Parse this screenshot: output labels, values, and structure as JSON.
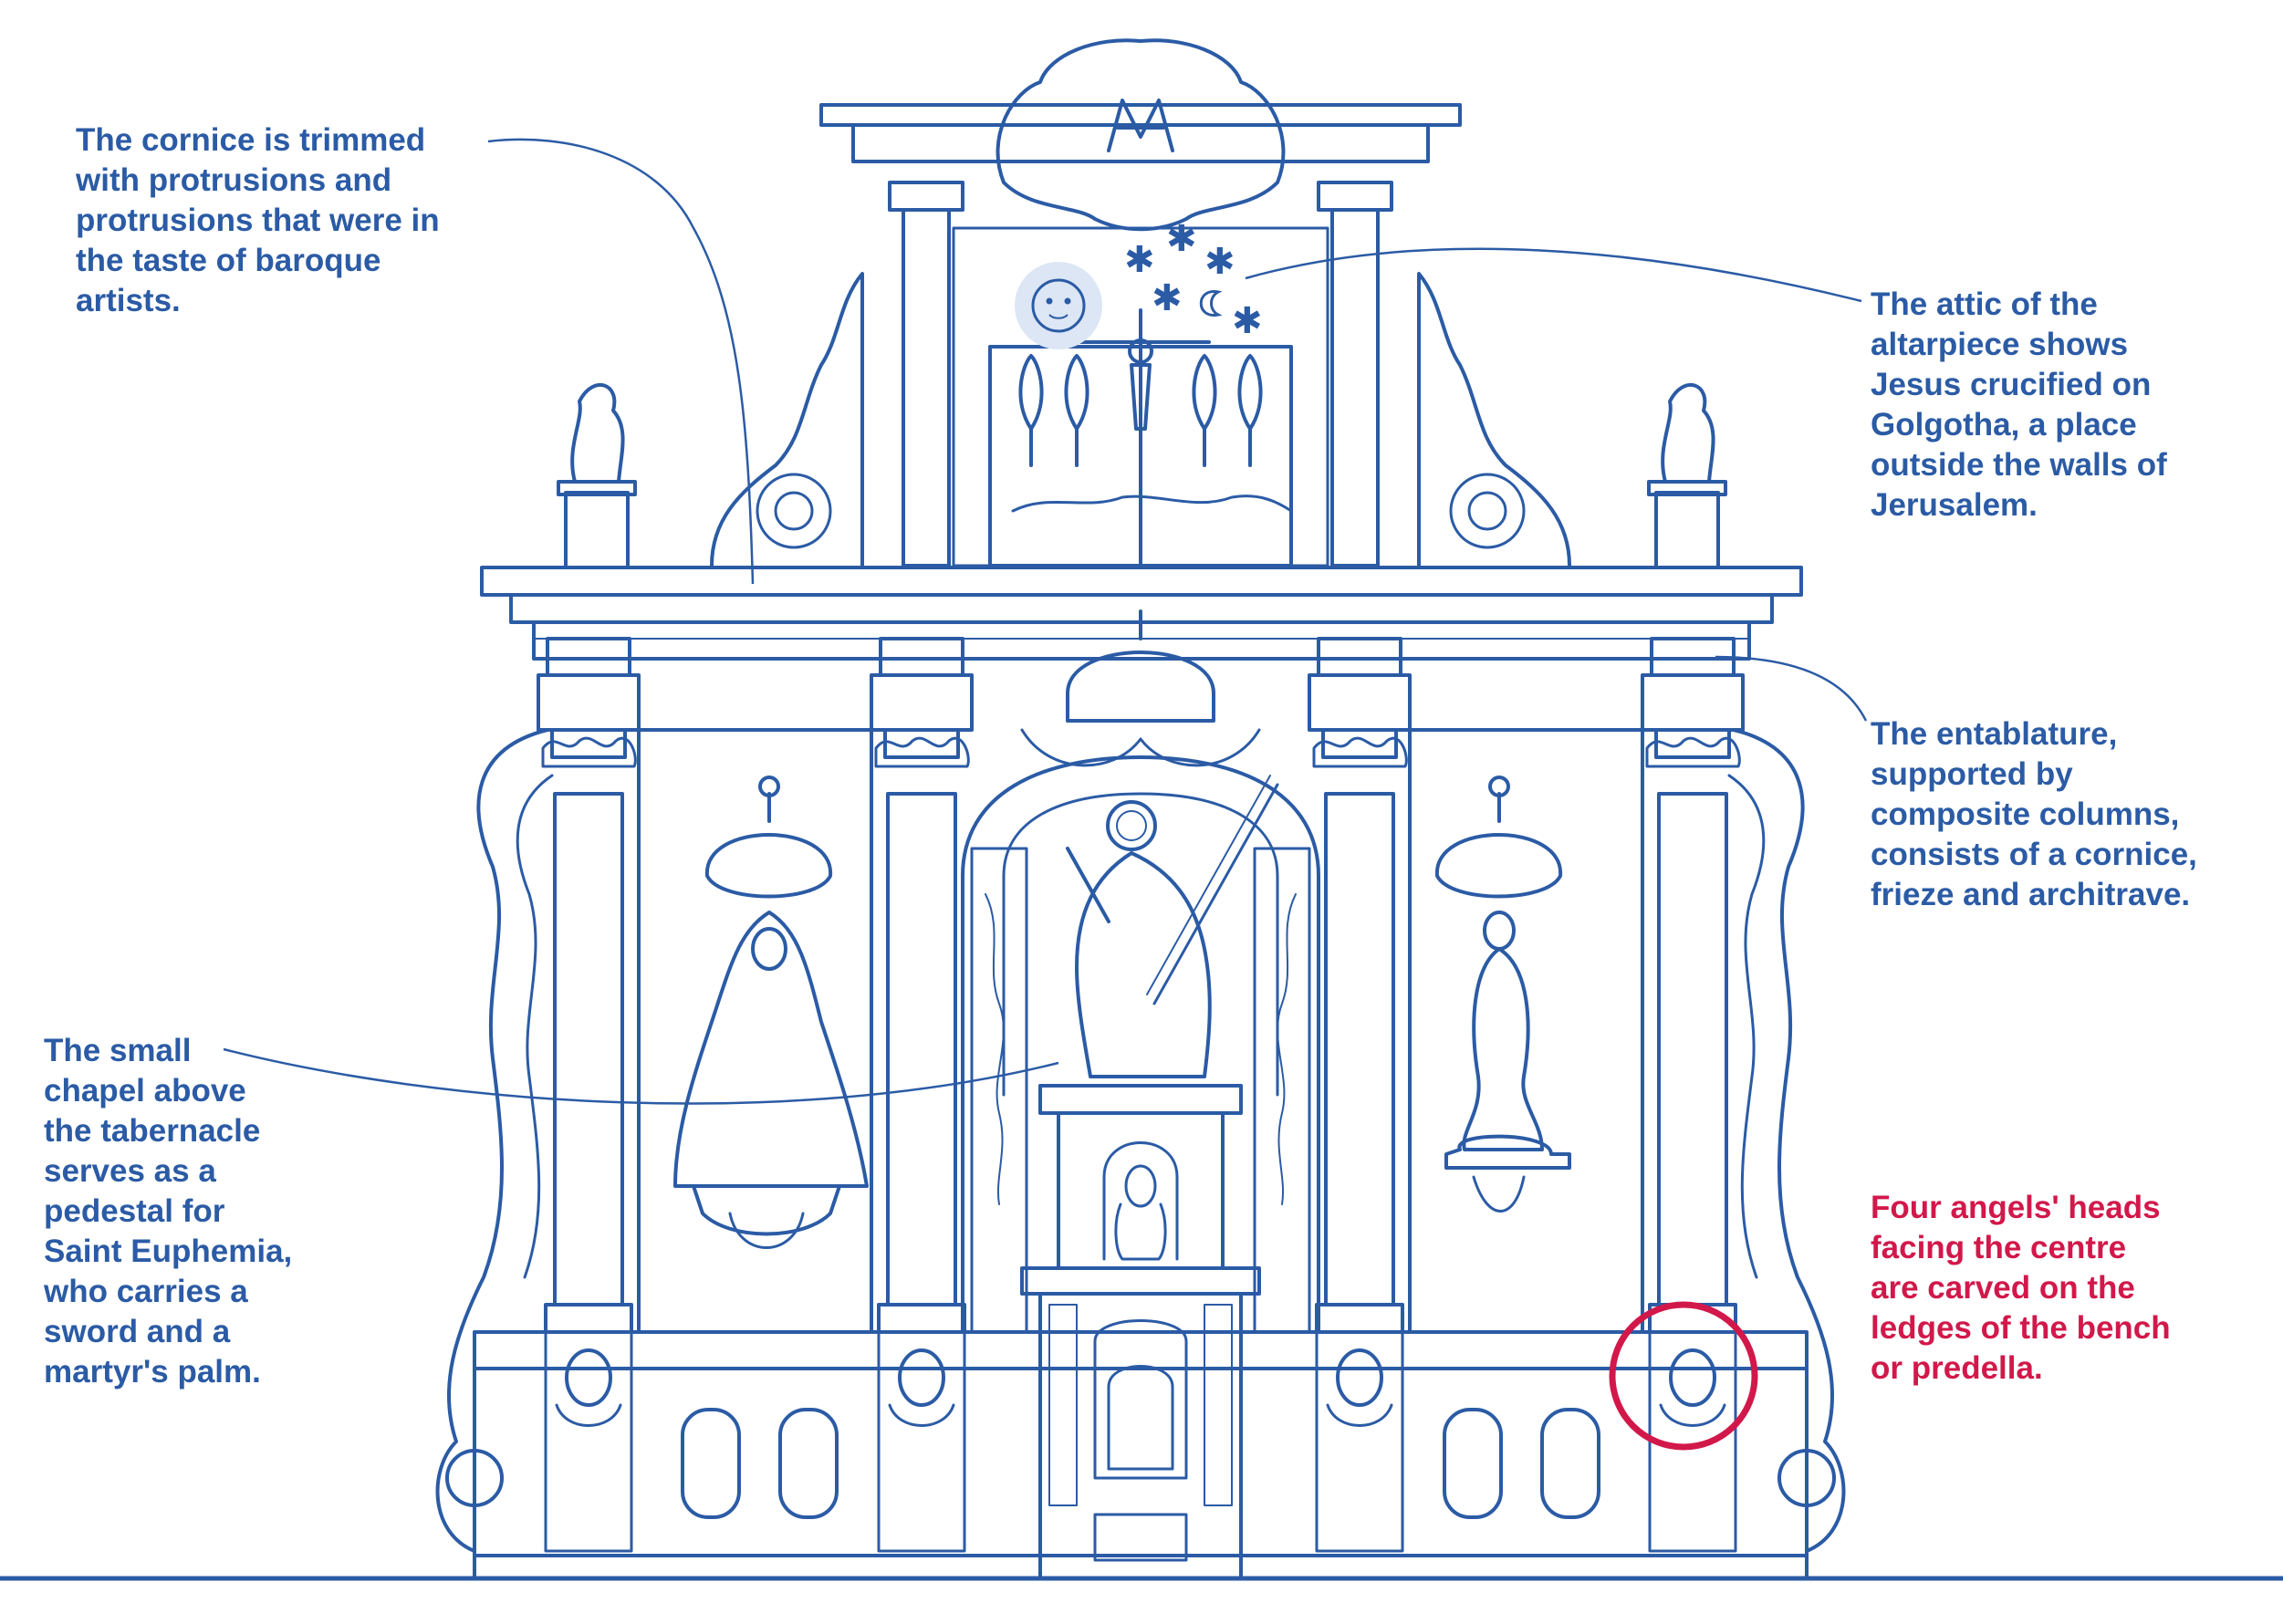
{
  "colors": {
    "line": "#2b5ba5",
    "line_light": "#9bb6df",
    "highlight": "#d2184a",
    "background": "#ffffff"
  },
  "annotations": {
    "cornice": {
      "lines": [
        "The cornice is trimmed",
        "with protrusions and",
        "protrusions that were in",
        "the taste of baroque",
        "artists."
      ]
    },
    "attic": {
      "lines": [
        "The attic of the",
        "altarpiece shows",
        "Jesus crucified on",
        "Golgotha, a place",
        "outside the walls of",
        "Jerusalem."
      ]
    },
    "entablature": {
      "lines": [
        "The entablature,",
        "supported by",
        "composite columns,",
        "consists of a cornice,",
        "frieze and architrave."
      ]
    },
    "chapel": {
      "lines": [
        "The small",
        "chapel above",
        "the tabernacle",
        "serves as a",
        "pedestal for",
        "Saint Euphemia,",
        "who carries a",
        "sword and a",
        "martyr's palm."
      ]
    },
    "angels": {
      "lines": [
        "Four angels' heads",
        "facing the centre",
        "are carved on the",
        "ledges of the bench",
        "or predella."
      ]
    }
  }
}
